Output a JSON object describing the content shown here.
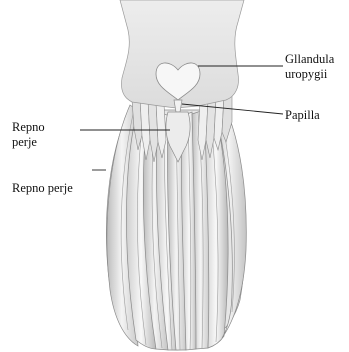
{
  "labels": {
    "gland_line1": "Gllandula",
    "gland_line2": "uropygii",
    "papilla": "Papilla",
    "repno_perje_upper_line1": "Repno",
    "repno_perje_upper_line2": "perje",
    "repno_perje_lower": "Repno perje"
  },
  "colors": {
    "body_fill": "#e9e9e9",
    "gland_fill": "#f7f7f7",
    "feather_light": "#f2f2f2",
    "feather_shade": "#b5b5b5",
    "outline": "#7a7a7a",
    "leader_line": "#222222"
  }
}
